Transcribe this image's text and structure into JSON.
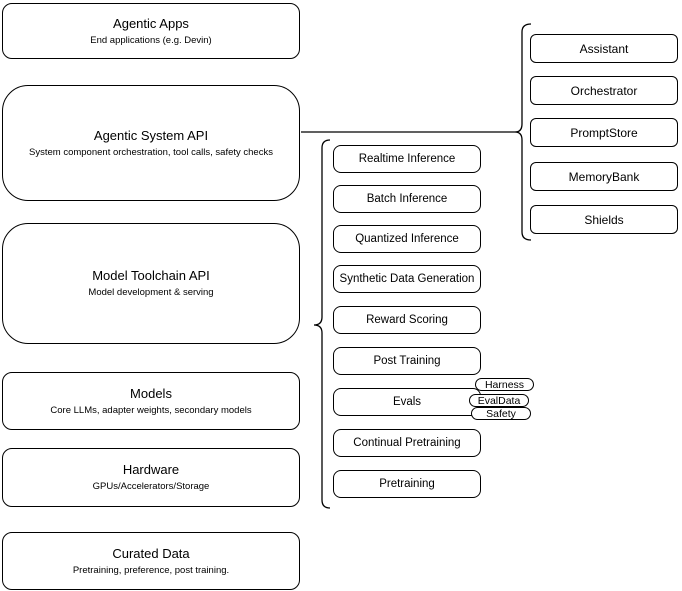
{
  "diagram": {
    "left_stack": [
      {
        "title": "Agentic Apps",
        "subtitle": "End applications (e.g. Devin)"
      },
      {
        "title": "Agentic System API",
        "subtitle": "System component orchestration, tool calls, safety checks"
      },
      {
        "title": "Model Toolchain API",
        "subtitle": "Model development & serving"
      },
      {
        "title": "Models",
        "subtitle": "Core LLMs, adapter weights, secondary models"
      },
      {
        "title": "Hardware",
        "subtitle": "GPUs/Accelerators/Storage"
      },
      {
        "title": "Curated Data",
        "subtitle": "Pretraining, preference, post training."
      }
    ],
    "toolchain_items": [
      "Realtime Inference",
      "Batch Inference",
      "Quantized Inference",
      "Synthetic Data Generation",
      "Reward Scoring",
      "Post Training",
      "Evals",
      "Continual Pretraining",
      "Pretraining"
    ],
    "eval_tags": [
      "Harness",
      "EvalData",
      "Safety"
    ],
    "system_components": [
      "Assistant",
      "Orchestrator",
      "PromptStore",
      "MemoryBank",
      "Shields"
    ],
    "colors": {
      "stroke": "#000000",
      "fill": "#ffffff",
      "text": "#000000"
    }
  }
}
